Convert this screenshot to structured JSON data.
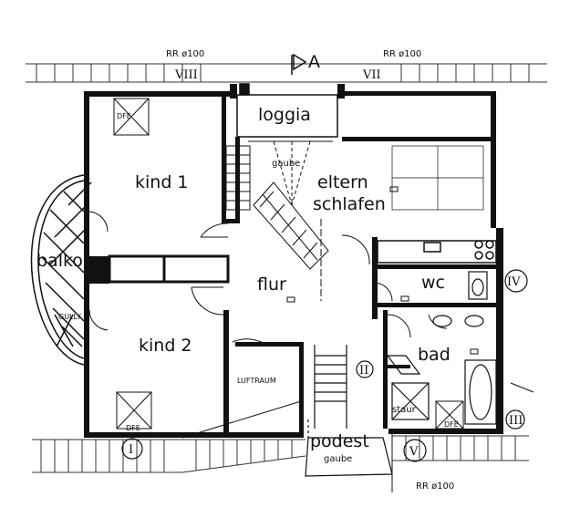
{
  "plan": {
    "rooms": {
      "kind1": "kind 1",
      "kind2": "kind 2",
      "balkon": "balkon",
      "loggia": "loggia",
      "eltern": "eltern",
      "schlafen": "schlafen",
      "flur": "flur",
      "wc": "wc",
      "bad": "bad",
      "podest": "podest",
      "gaube_podest": "gaube",
      "gaube_stair": "gaube",
      "luftraum": "LUFTRAUM",
      "staur": "staur",
      "gully": "GULLY"
    },
    "marks": {
      "section": "A",
      "rr_left": "RR ø100",
      "rr_right": "RR ø100",
      "rr_bottom": "RR ø100",
      "dfe_top": "DFE",
      "dfe_kind2": "DFE",
      "dfe_bad": "DFE"
    },
    "roman": {
      "r1": "I",
      "r2": "II",
      "r3": "III",
      "r4": "IV",
      "r5": "V",
      "r7": "VII",
      "r8": "VIII"
    }
  }
}
